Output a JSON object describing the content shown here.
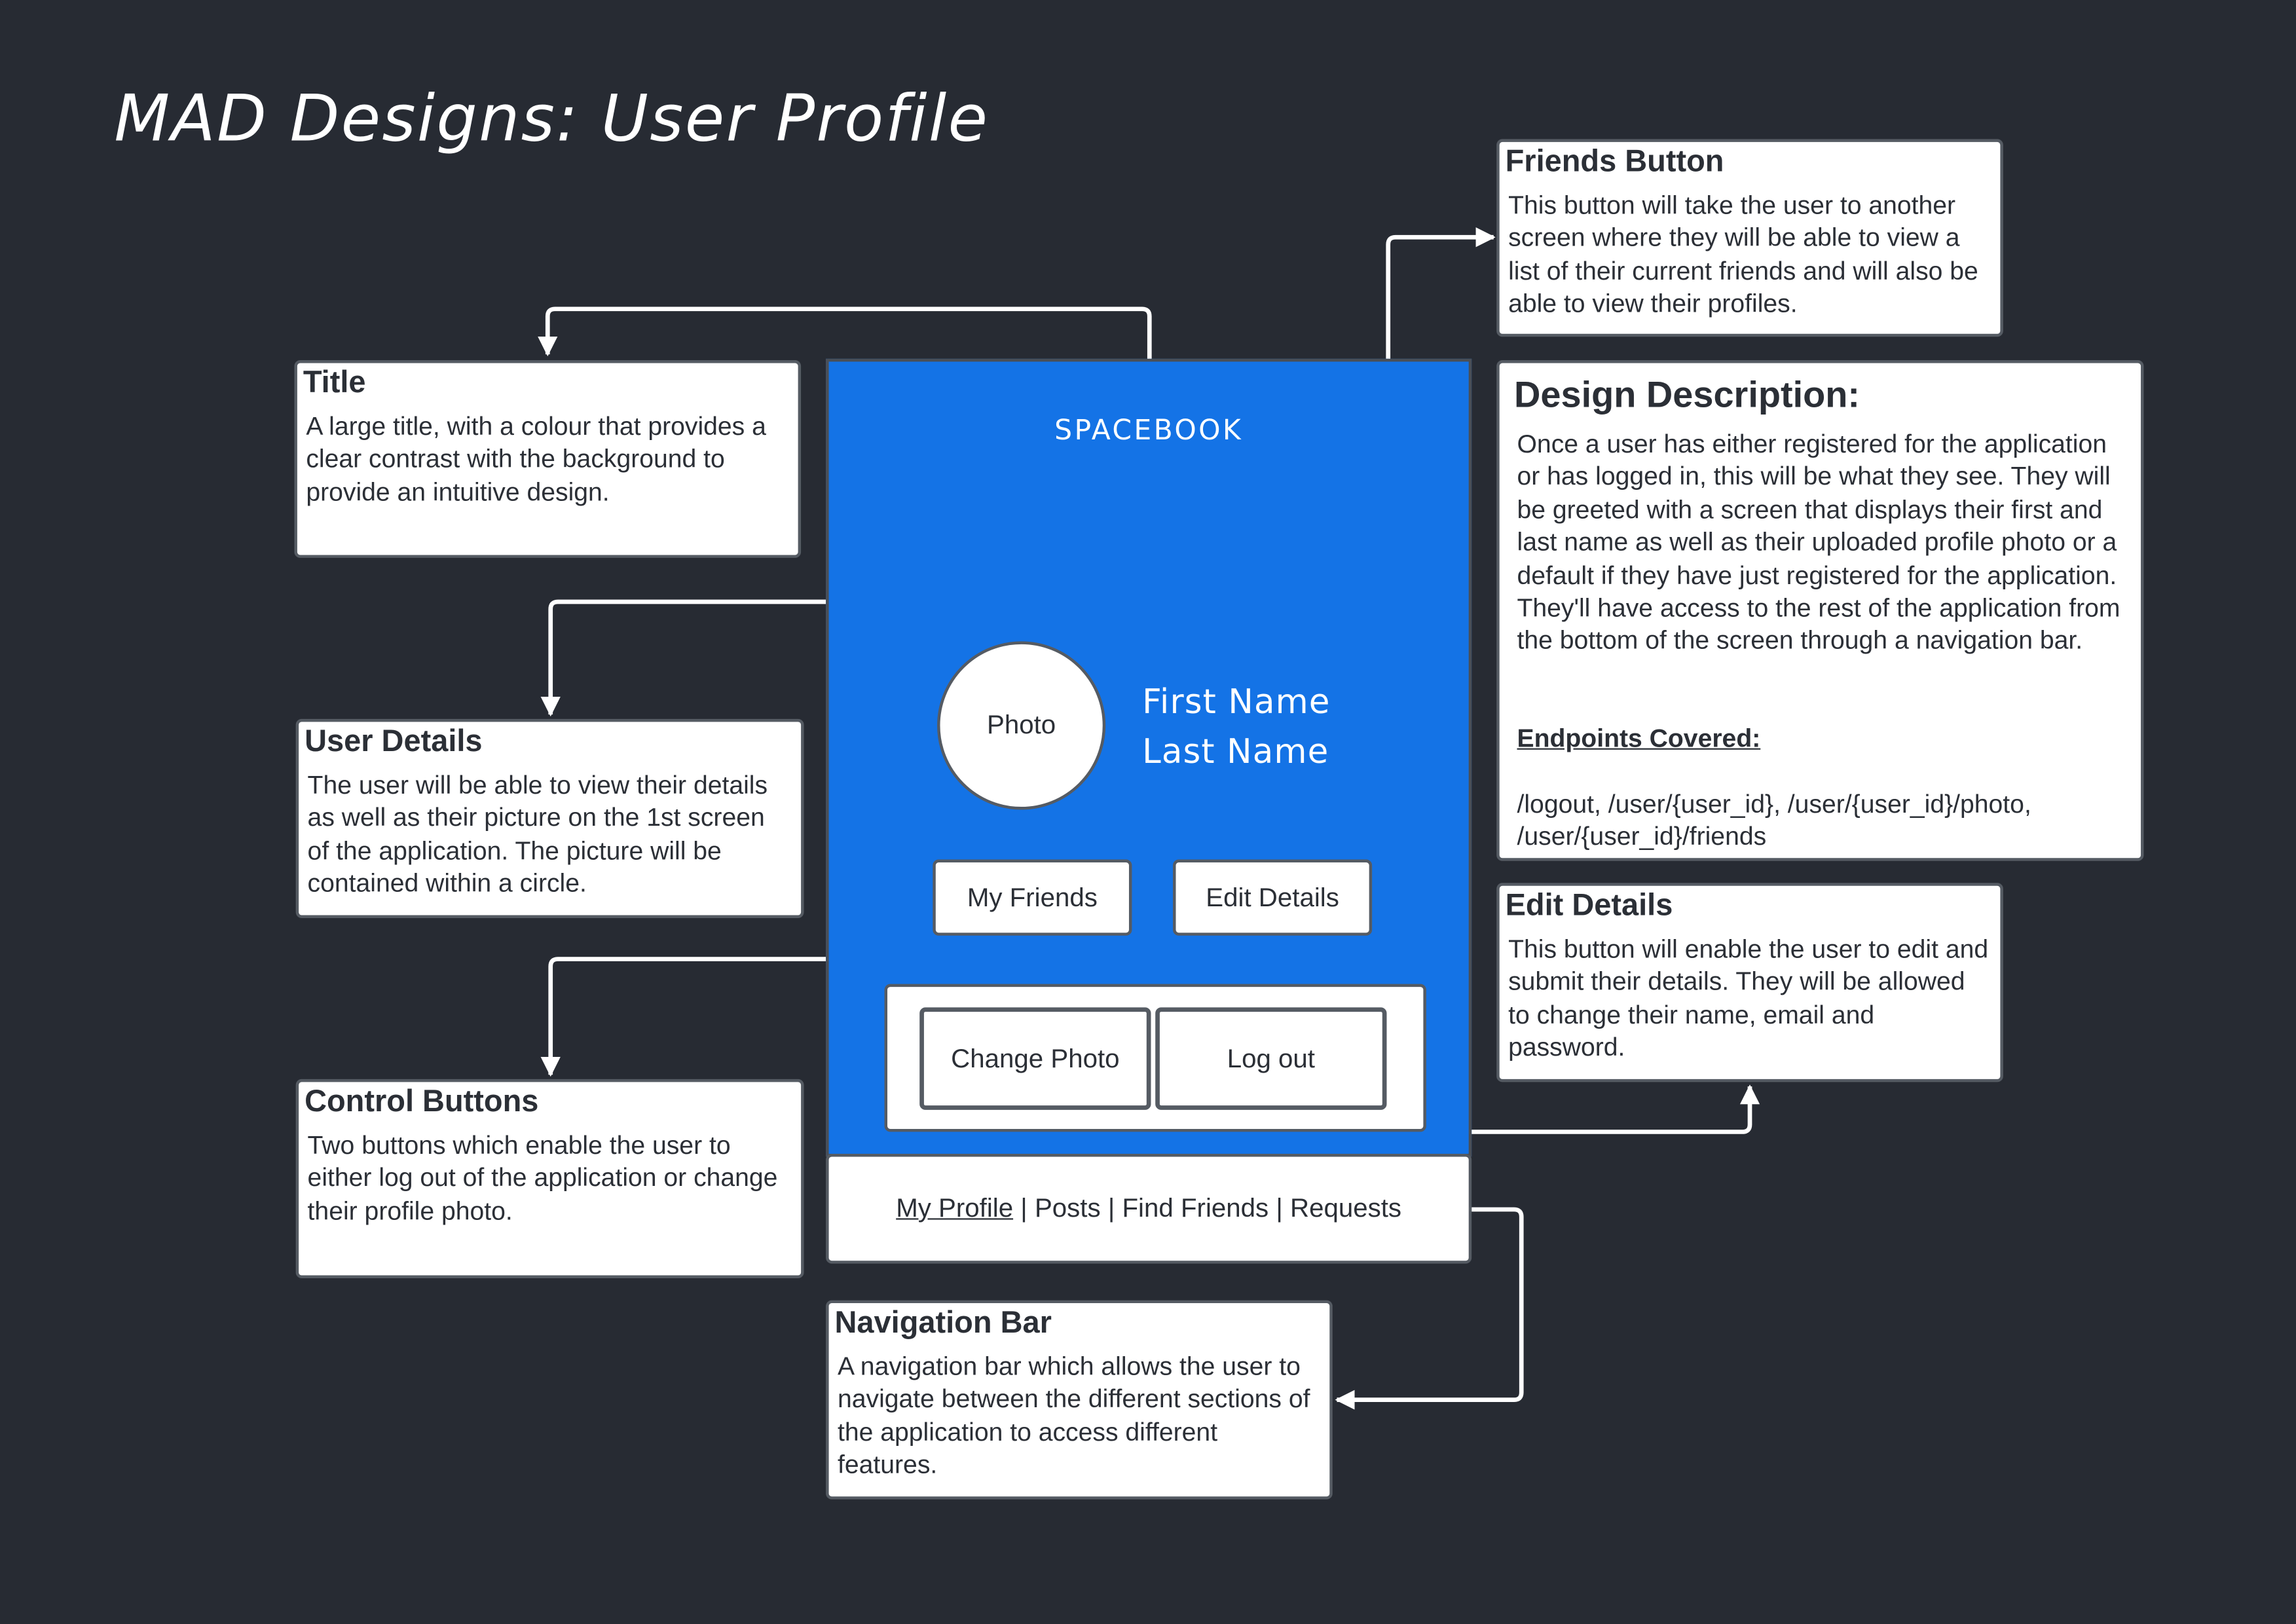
{
  "page": {
    "title": "MAD Designs: User Profile"
  },
  "mockup": {
    "app_title": "SPACEBOOK",
    "photo_label": "Photo",
    "first_name": "First Name",
    "last_name": "Last Name",
    "buttons": {
      "my_friends": "My Friends",
      "edit_details": "Edit Details",
      "change_photo": "Change Photo",
      "log_out": "Log out"
    },
    "nav": {
      "items": [
        "My Profile",
        "Posts",
        "Find Friends",
        "Requests"
      ],
      "separator": "|",
      "active": "My Profile"
    }
  },
  "annotations": {
    "title": {
      "heading": "Title",
      "body": "A large title, with a colour that provides a clear contrast with the background to provide an intuitive design."
    },
    "user_details": {
      "heading": "User Details",
      "body": "The user will be able to view their details as well as their picture on the 1st screen of the application. The picture will be contained within a circle."
    },
    "control_buttons": {
      "heading": "Control Buttons",
      "body": "Two buttons which enable the user to either log out of the application or change their profile photo."
    },
    "navigation_bar": {
      "heading": "Navigation Bar",
      "body": "A navigation bar which allows the user to navigate between the different sections of the application to access different features."
    },
    "friends_button": {
      "heading": "Friends Button",
      "body": "This button will take the user to another screen where they will be able to view a list of their current friends and will also be able to view their profiles."
    },
    "edit_details": {
      "heading": "Edit Details",
      "body": "This button will enable the user to edit and submit their details. They will be allowed to change their name, email and password."
    },
    "design_description": {
      "heading": "Design Description:",
      "body": "Once a user has either registered for the application or has logged in, this will be what they see. They will be greeted with a screen that displays their first and last name as well as their uploaded profile photo or a default if they have just registered for the application. They'll have access to the rest of the application from the bottom of the screen through a navigation bar.",
      "endpoints_heading": "Endpoints Covered:",
      "endpoints": "/logout, /user/{user_id}, /user/{user_id}/photo, /user/{user_id}/friends"
    }
  },
  "colors": {
    "background": "#272b33",
    "phone_screen": "#1473e6",
    "connector": "#ffffff"
  }
}
